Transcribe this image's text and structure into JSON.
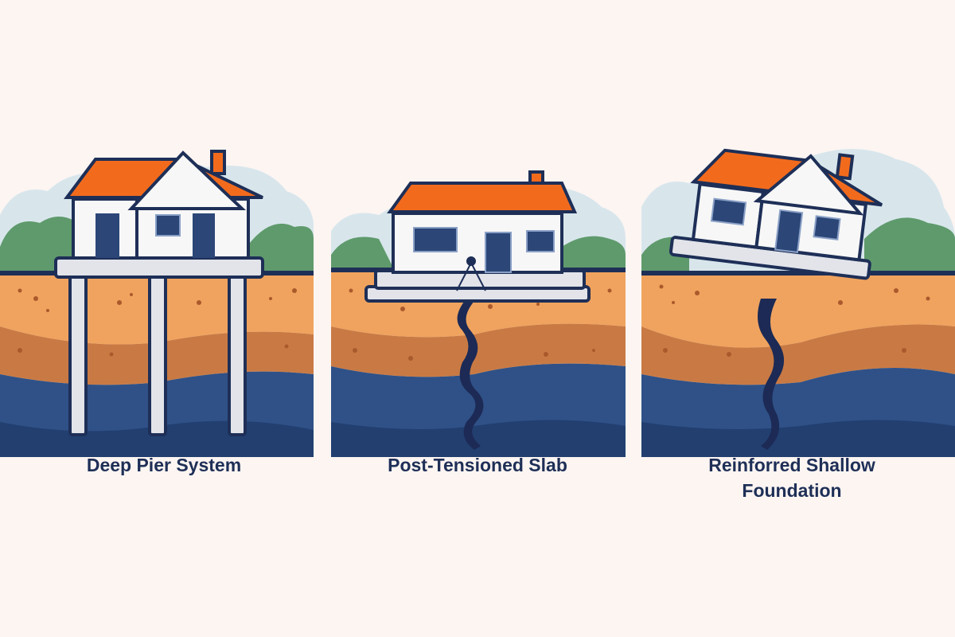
{
  "colors": {
    "background": "#fcf5f2",
    "sky": "#d8e6ec",
    "trees": "#5f9a6c",
    "topsoil": "#f0a35e",
    "clay": "#c97a44",
    "bedrock": "#2f5187",
    "bedrock_deep": "#223f70",
    "outline": "#1e2f57",
    "roof": "#f26b1d",
    "wall": "#f7f7f7",
    "window": "#2b4677",
    "concrete": "#e2e4ea",
    "crack": "#1c2a55"
  },
  "panels": [
    {
      "id": "deep-pier",
      "label": "Deep Pier System"
    },
    {
      "id": "post-tensioned",
      "label": "Post-Tensioned Slab"
    },
    {
      "id": "shallow",
      "label_line1": "Reinforred Shallow",
      "label_line2": "Foundation"
    }
  ]
}
